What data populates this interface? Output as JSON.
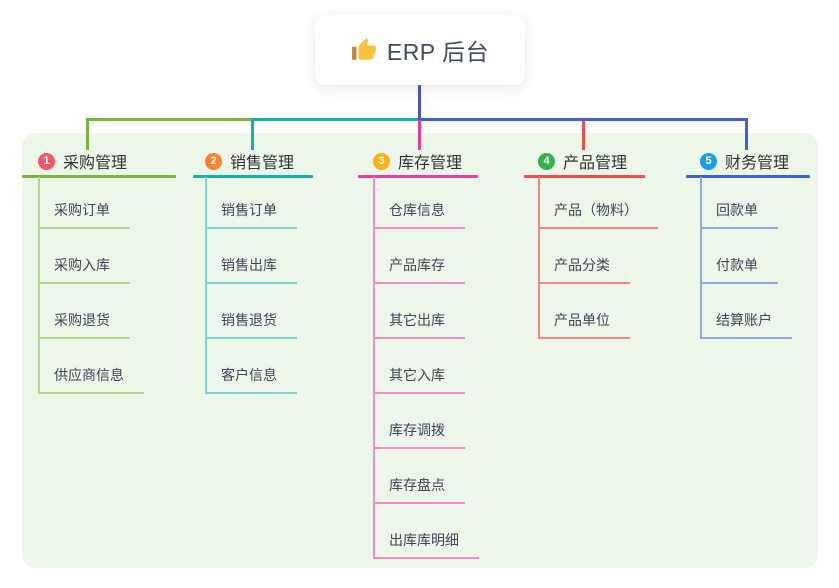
{
  "root": {
    "title": "ERP 后台",
    "icon": "thumbs-up-icon"
  },
  "branches": [
    {
      "number": "1",
      "label": "采购管理",
      "badge_color": "#f4566b",
      "line_color": "#7db33f",
      "child_line_color": "#b4d98b",
      "children": [
        "采购订单",
        "采购入库",
        "采购退货",
        "供应商信息"
      ]
    },
    {
      "number": "2",
      "label": "销售管理",
      "badge_color": "#f7822f",
      "line_color": "#10b3a6",
      "child_line_color": "#74d9cc",
      "children": [
        "销售订单",
        "销售出库",
        "销售退货",
        "客户信息"
      ]
    },
    {
      "number": "3",
      "label": "库存管理",
      "badge_color": "#f8b216",
      "line_color": "#e73e9d",
      "child_line_color": "#f38fc5",
      "children": [
        "仓库信息",
        "产品库存",
        "其它出库",
        "其它入库",
        "库存调拨",
        "库存盘点",
        "出库库明细"
      ]
    },
    {
      "number": "4",
      "label": "产品管理",
      "badge_color": "#35b24b",
      "line_color": "#f4494f",
      "child_line_color": "#f8847d",
      "children": [
        "产品（物料）",
        "产品分类",
        "产品单位"
      ]
    },
    {
      "number": "5",
      "label": "财务管理",
      "badge_color": "#1aa0e2",
      "line_color": "#3e61d3",
      "child_line_color": "#90a9e5",
      "children": [
        "回款单",
        "付款单",
        "结算账户"
      ]
    }
  ],
  "colors": {
    "canvas_bg": "#ffffff",
    "panel_bg": "#ecf6e9",
    "root_connector": "#4a54c6",
    "root_text": "#3f4b5e",
    "header_text": "#333333",
    "child_text": "#3c4856",
    "thumb_gold": "#fbc33d",
    "thumb_cuff": "#c8832f"
  }
}
